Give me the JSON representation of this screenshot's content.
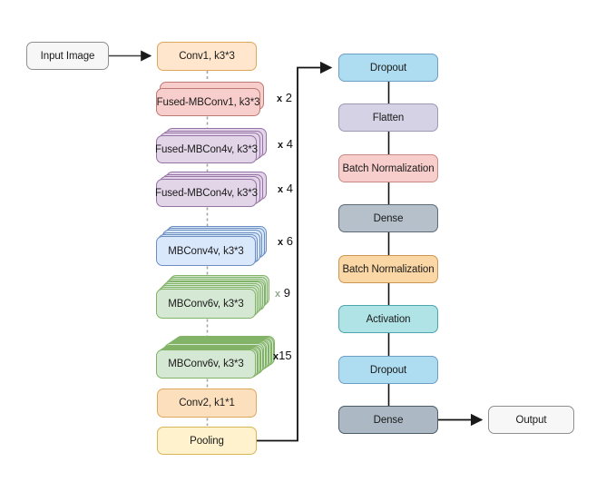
{
  "diagram": {
    "input_node": {
      "label": "Input Image",
      "fill": "#f7f7f7",
      "stroke": "#8f8f8f"
    },
    "output_node": {
      "label": "Output",
      "fill": "#f7f7f7",
      "stroke": "#8f8f8f"
    },
    "backbone": [
      {
        "label": "Conv1, k3*3",
        "repeat": null,
        "stack": 1,
        "fill": "#ffe6cc",
        "stroke": "#dfa75c"
      },
      {
        "label": "Fused-MBConv1, k3*3",
        "repeat": "x 2",
        "stack": 2,
        "fill": "#f8cecc",
        "stroke": "#bd7a73"
      },
      {
        "label": "Fused-MBCon4v, k3*3",
        "repeat": "x 4",
        "stack": 4,
        "fill": "#e1d5e7",
        "stroke": "#9673a6"
      },
      {
        "label": "Fused-MBCon4v, k3*3",
        "repeat": "x 4",
        "stack": 4,
        "fill": "#e1d5e7",
        "stroke": "#9673a6"
      },
      {
        "label": "MBConv4v, k3*3",
        "repeat": "x 6",
        "stack": 6,
        "fill": "#dae8fc",
        "stroke": "#6c8ebf"
      },
      {
        "label": "MBConv6v, k3*3",
        "repeat": "x 9",
        "stack": 9,
        "fill": "#d5e8d4",
        "stroke": "#82b366"
      },
      {
        "label": "MBConv6v, k3*3",
        "repeat": "x15",
        "stack": 15,
        "fill": "#d5e8d4",
        "stroke": "#82b366"
      },
      {
        "label": "Conv2, k1*1",
        "repeat": null,
        "stack": 1,
        "fill": "#fce0bd",
        "stroke": "#dfa75c"
      },
      {
        "label": "Pooling",
        "repeat": null,
        "stack": 1,
        "fill": "#fff2cc",
        "stroke": "#d6b656"
      }
    ],
    "head": [
      {
        "label": "Dropout",
        "fill": "#aedcf0",
        "stroke": "#6d9ec4"
      },
      {
        "label": "Flatten",
        "fill": "#d4d2e4",
        "stroke": "#9b99b6"
      },
      {
        "label": "Batch Normalization",
        "fill": "#f8cecc",
        "stroke": "#c98a84"
      },
      {
        "label": "Dense",
        "fill": "#b5c0ca",
        "stroke": "#5c6a77"
      },
      {
        "label": "Batch Normalization",
        "fill": "#fbd7a5",
        "stroke": "#cc9752"
      },
      {
        "label": "Activation",
        "fill": "#b0e3e6",
        "stroke": "#4ba6ad"
      },
      {
        "label": "Dropout",
        "fill": "#aedcf0",
        "stroke": "#6d9ec4"
      },
      {
        "label": "Dense",
        "fill": "#acb9c4",
        "stroke": "#4e5c68"
      }
    ]
  }
}
